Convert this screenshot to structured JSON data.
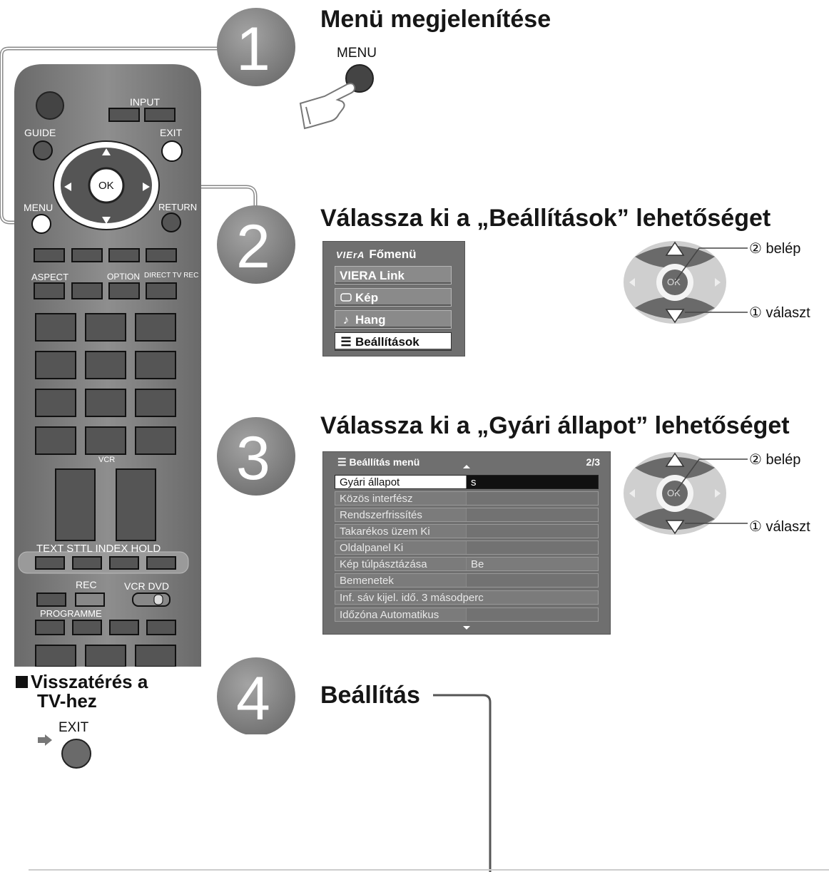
{
  "steps": [
    {
      "number": "1",
      "title": "Menü megjelenítése"
    },
    {
      "number": "2",
      "title": "Válassza ki a „Beállítások” lehetőséget"
    },
    {
      "number": "3",
      "title": "Válassza ki a „Gyári állapot” lehetőséget"
    },
    {
      "number": "4",
      "title": "Beállítás"
    }
  ],
  "step1": {
    "button_label": "MENU"
  },
  "remote": {
    "input": "INPUT",
    "guide": "GUIDE",
    "exit": "EXIT",
    "ok": "OK",
    "menu": "MENU",
    "return": "RETURN",
    "aspect": "ASPECT",
    "option": "OPTION",
    "direct_tv_rec": "DIRECT TV REC",
    "vcr": "VCR",
    "text_row": "TEXT STTL INDEX HOLD",
    "rec": "REC",
    "vcr_dvd": "VCR DVD",
    "programme": "PROGRAMME"
  },
  "main_menu": {
    "logo": "VIErA",
    "header": "Főmenü",
    "items": [
      {
        "icon": "",
        "label": "VIERA Link"
      },
      {
        "icon": "picture-icon",
        "label": "Kép"
      },
      {
        "icon": "music-note-icon",
        "label": "Hang"
      },
      {
        "icon": "list-icon",
        "label": "Beállítások"
      }
    ],
    "selected_index": 3
  },
  "setup_menu": {
    "header": "Beállítás menü",
    "page": "2/3",
    "rows": [
      {
        "label": "Gyári állapot",
        "value": "s",
        "selected": true
      },
      {
        "label": "Közös interfész",
        "value": ""
      },
      {
        "label": "Rendszerfrissítés",
        "value": ""
      },
      {
        "label": "Takarékos üzem Ki",
        "value": ""
      },
      {
        "label": "Oldalpanel Ki",
        "value": ""
      },
      {
        "label": "Kép túlpásztázása",
        "value": "Be"
      },
      {
        "label": "Bemenetek",
        "value": ""
      },
      {
        "label": "Inf. sáv kijel. idő. 3 másodperc",
        "value": ""
      },
      {
        "label": "Időzóna Automatikus",
        "value": ""
      }
    ]
  },
  "nav_hints": {
    "enter": "② belép",
    "select": "① választ",
    "ok": "OK"
  },
  "back_to_tv": {
    "line1": "Visszatérés a",
    "line2": "TV-hez",
    "button": "EXIT"
  }
}
